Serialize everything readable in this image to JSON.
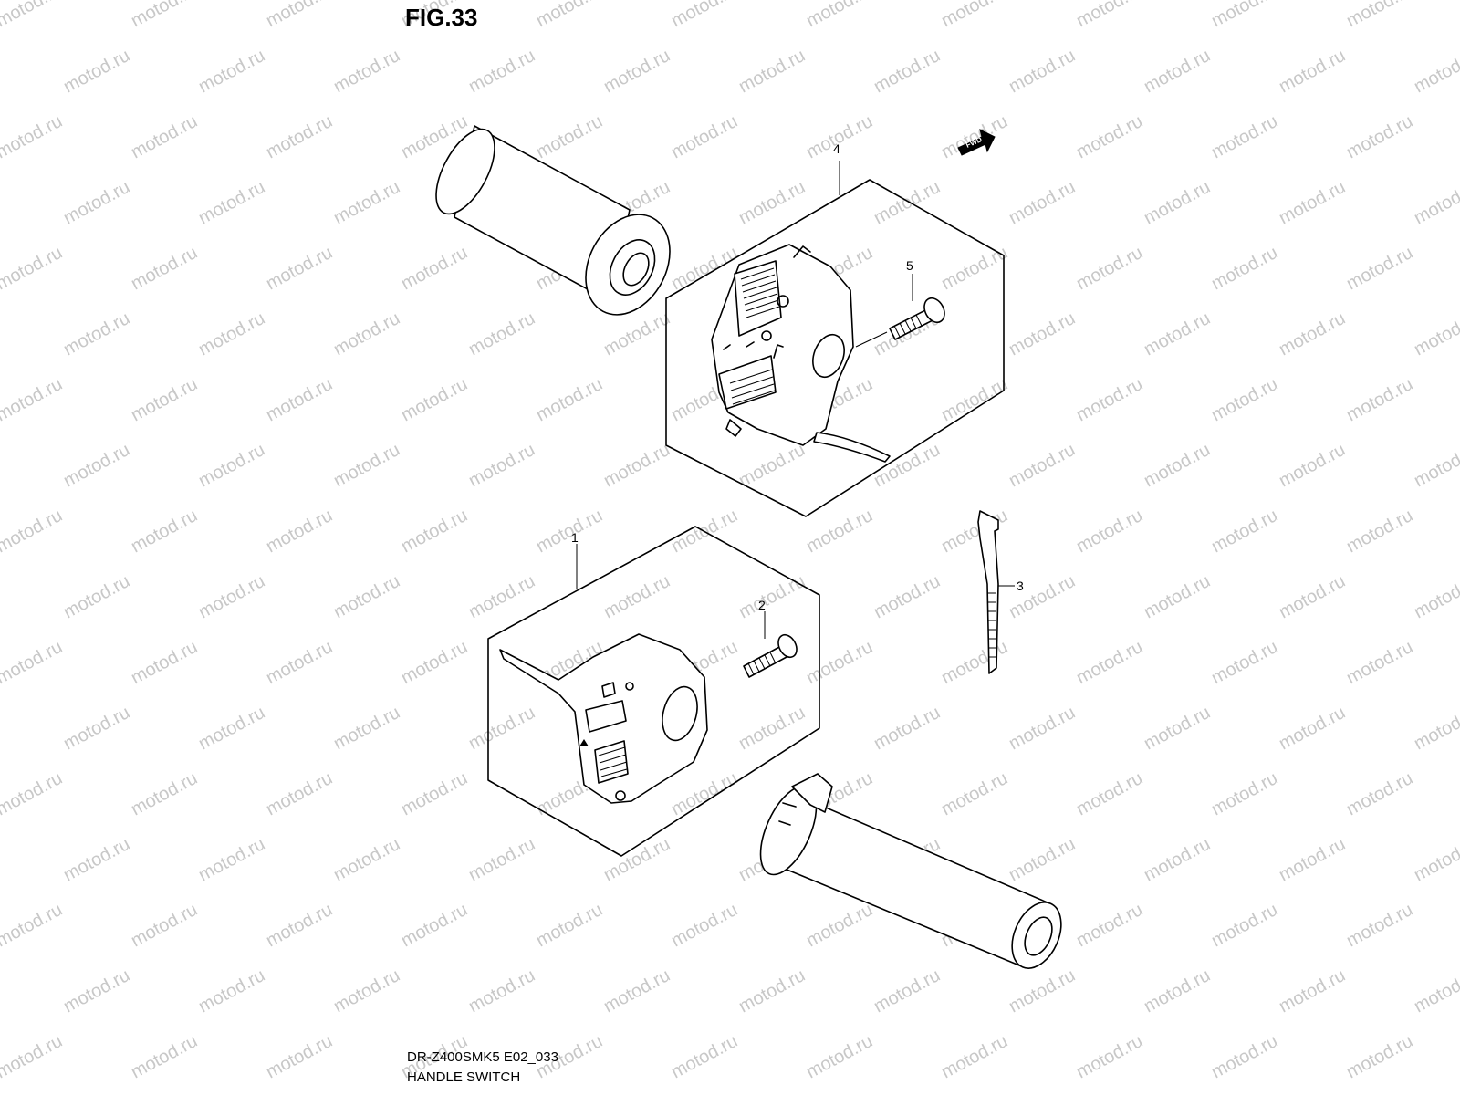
{
  "figure": {
    "title": "FIG.33",
    "model_code": "DR-Z400SMK5 E02_033",
    "part_name": "HANDLE SWITCH"
  },
  "watermark": {
    "text": "motod.ru",
    "color": "#c8c8c8"
  },
  "direction_badge": "FWD",
  "callouts": [
    {
      "number": "1",
      "part": "left-handle-switch"
    },
    {
      "number": "2",
      "part": "screw"
    },
    {
      "number": "3",
      "part": "cable-tie"
    },
    {
      "number": "4",
      "part": "right-handle-switch"
    },
    {
      "number": "5",
      "part": "screw"
    }
  ]
}
